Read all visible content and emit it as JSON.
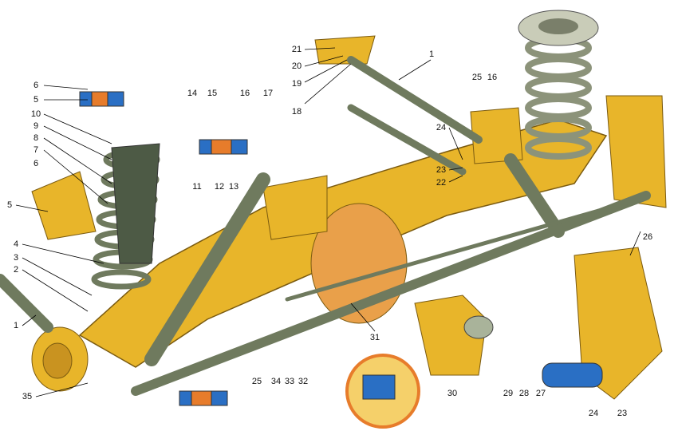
{
  "colors": {
    "body": "#e8b52a",
    "body_dark": "#b9861a",
    "steel": "#6f7a5e",
    "steel_light": "#a9b39a",
    "blue": "#2a6fc4",
    "orange": "#e77c2b"
  },
  "callouts": [
    "6",
    "5",
    "10",
    "9",
    "8",
    "7",
    "6",
    "5",
    "4",
    "3",
    "2",
    "1",
    "35",
    "14",
    "15",
    "16",
    "17",
    "11",
    "12",
    "13",
    "21",
    "20",
    "19",
    "18",
    "1",
    "25",
    "16",
    "24",
    "23",
    "22",
    "26",
    "31",
    "25",
    "34",
    "33",
    "32",
    "30",
    "29",
    "28",
    "27",
    "24",
    "23"
  ]
}
